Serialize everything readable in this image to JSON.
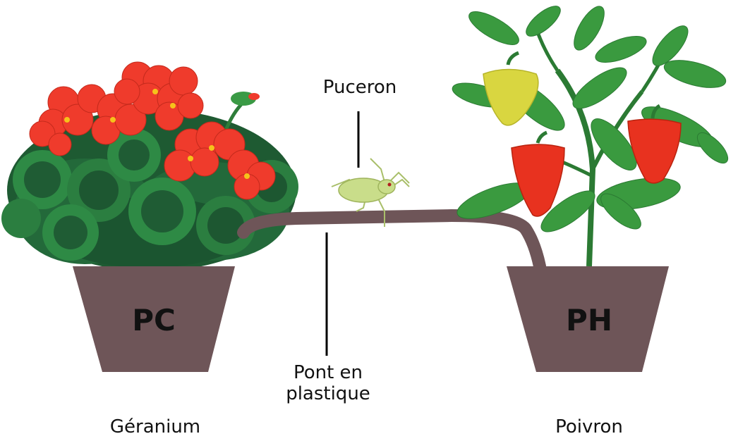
{
  "labels": {
    "aphid": "Puceron",
    "bridge_line1": "Pont en",
    "bridge_line2": "plastique",
    "left_plant": "Géranium",
    "right_plant": "Poivron"
  },
  "pots": {
    "left_code": "PC",
    "right_code": "PH",
    "color": "#6e5558"
  },
  "colors": {
    "bridge": "#6e5558",
    "geranium_flower": "#ef3b2c",
    "geranium_leaf": "#1f6f3a",
    "pepper_red": "#e8321f",
    "pepper_yellow": "#d9d640",
    "pepper_leaf": "#3a9a3f",
    "aphid": "#c9dd8a"
  }
}
